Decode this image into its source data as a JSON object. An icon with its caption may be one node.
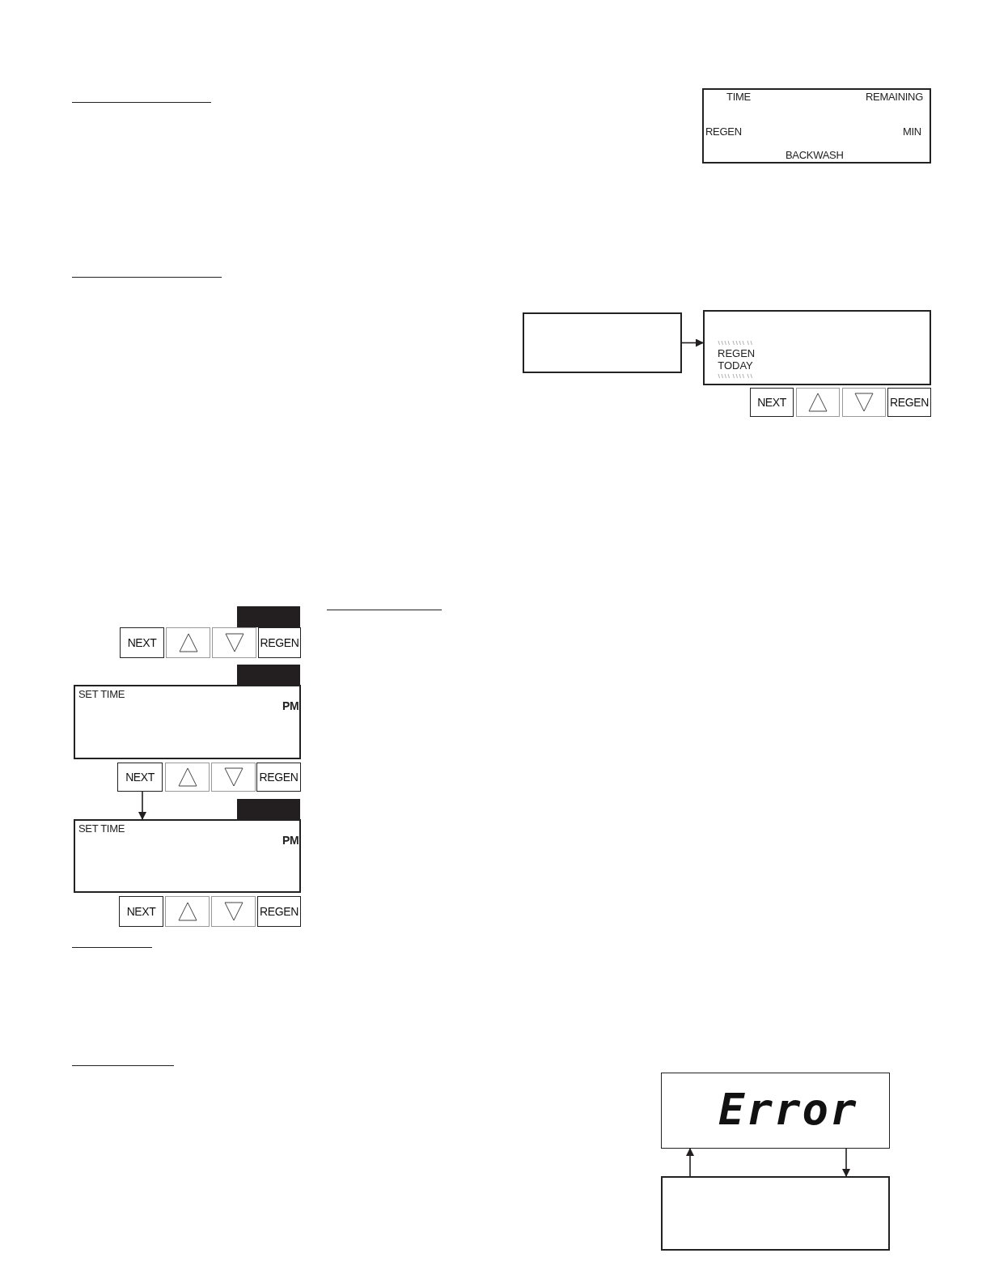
{
  "diagram": {
    "nodes": [
      {
        "text": [
          "TIME",
          "REMAINING",
          "REGEN",
          "MIN",
          "BACKWASH"
        ]
      },
      {
        "text": [],
        "shape": "box"
      },
      {
        "text": [
          "REGEN TODAY"
        ]
      },
      {
        "text": [
          "NEXT"
        ]
      },
      {
        "text": [],
        "shape": "box"
      },
      {
        "text": [],
        "shape": "box"
      },
      {
        "text": [
          "REGEN"
        ]
      },
      {
        "text": [],
        "shape": "bar"
      },
      {
        "text": [
          "NEXT"
        ]
      },
      {
        "text": [],
        "shape": "box"
      },
      {
        "text": [],
        "shape": "box"
      },
      {
        "text": [
          "REGEN"
        ]
      },
      {
        "text": [],
        "shape": "bar"
      },
      {
        "text": [
          "SET TIME",
          "PM"
        ]
      },
      {
        "text": [
          "NEXT"
        ]
      },
      {
        "text": [],
        "shape": "box"
      },
      {
        "text": [],
        "shape": "box"
      },
      {
        "text": [
          "REGEN"
        ]
      },
      {
        "text": [],
        "shape": "bar"
      },
      {
        "text": [
          "SET TIME",
          "PM"
        ]
      },
      {
        "text": [
          "NEXT"
        ]
      },
      {
        "text": [],
        "shape": "box"
      },
      {
        "text": [],
        "shape": "box"
      },
      {
        "text": [
          "REGEN"
        ]
      },
      {
        "text": [
          "Error"
        ]
      },
      {
        "text": [],
        "shape": "box"
      }
    ],
    "edges": [
      {
        "from": 1,
        "to": 2,
        "arrow": "to"
      },
      {
        "from": 14,
        "to": 19,
        "arrow": "to"
      },
      {
        "from": 25,
        "to": 24,
        "arrow": "to"
      },
      {
        "from": 24,
        "to": 25,
        "arrow": "to"
      }
    ]
  }
}
